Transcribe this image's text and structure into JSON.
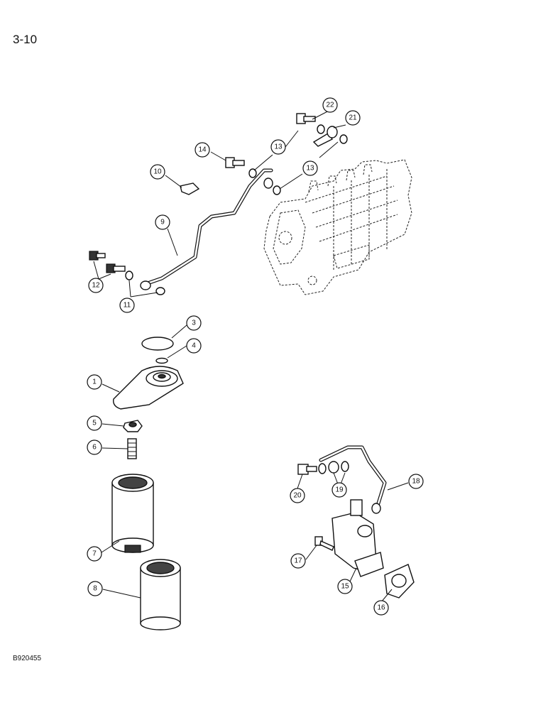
{
  "page": {
    "number": "3-10",
    "figure_code": "B920455"
  },
  "callouts": {
    "c1": "1",
    "c3": "3",
    "c4": "4",
    "c5": "5",
    "c6": "6",
    "c7": "7",
    "c8": "8",
    "c9": "9",
    "c10": "10",
    "c11": "11",
    "c12": "12",
    "c13a": "13",
    "c13b": "13",
    "c14": "14",
    "c15": "15",
    "c16": "16",
    "c17": "17",
    "c18": "18",
    "c19": "19",
    "c20": "20",
    "c21": "21",
    "c22": "22"
  }
}
